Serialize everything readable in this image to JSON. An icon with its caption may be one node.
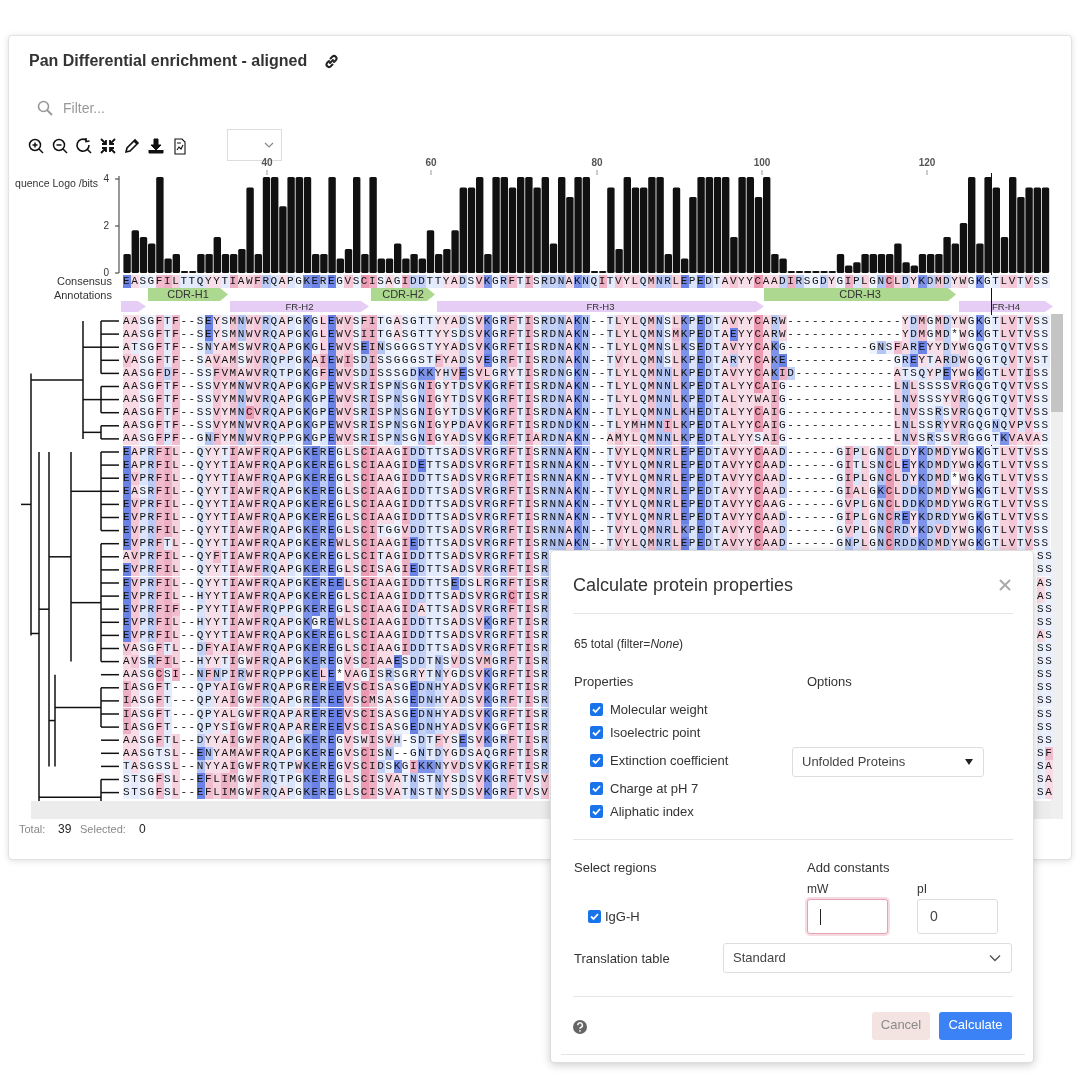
{
  "diagram": {
    "nodes": [
      {
        "text": [
          "Pan Differential enrichment - aligned"
        ]
      },
      {
        "text": [
          "Calculate protein properties"
        ]
      },
      {
        "text": [
          "CDR-H1"
        ],
        "in": 0
      },
      {
        "text": [
          "CDR-H2"
        ],
        "in": 0
      },
      {
        "text": [
          "CDR-H3"
        ],
        "in": 0
      },
      {
        "text": [],
        "shape": "bar",
        "in": 0
      },
      {
        "text": [
          "FR-H2"
        ],
        "in": 0
      },
      {
        "text": [
          "FR-H3"
        ],
        "in": 0
      },
      {
        "text": [
          "FR-H4"
        ],
        "in": 0
      }
    ],
    "labels": [
      "Filter...",
      "40",
      "60",
      "80",
      "100",
      "120",
      "quence Logo /bits",
      "4",
      "2",
      "0",
      "Consensus",
      "EASGFILTTQYYTIAWFRQAPGKEREGVSCISAGIDDTTYADSVKGRFTISRDNAKNQITVYLQMNRLEPEDTAVYYCAADIRSGDYGIPLGNCLDYKDMDYWGKGTLVTVSS",
      "Annotations",
      "AASGFTF--SEYSMNWVRQAPGKGLEWVSFITGASGTTYYADSVKGRFTISRDNAKN--TLYLQMNSLKPEDTAVYYCARW--------------YDMGMDYWGKGTLVTVSS",
      "AASGFTF--SEYSMNWVRQAPGKGLEWVSIITGASGTTYYSDSVKGRFTISRDNAKN--TLYLQMNSMKPEDTAEYYCARW--------------YDMGMD*WGKGTLVTVSS",
      "ATSGFTF--SNYAMSWVRQAPGKGLEWVSEINSGGGSTYYADSVKGRFTISRDNAKN--TLYLQMNSLKSEDTAVYYCAKG----------GNSFAREYYDYWGQGTQVTVSS",
      "VASGFTF--SAVAMSWVRQPPGKAIEWISDISSGGGSTFYADSVEGRFTISRDNAKN--TVYLQMNSLKPEDTARYYCAKE-------------GREYTARDWGQGTQVTVST",
      "AASGFDF--SSFVMAWVRQTPGKGFEWVSDISSSGDKKYHVESVLGRYTISRDNGKN--TLYLQMNNLKPEDTAVYYCAKID------------ATSQYPEYWGKGTLVTISS",
      "AASGFTF--SSVYMNWVRQAPGKGPEWVSRISPNSGNIGYTDSVKGRFTISRDNAKN--TLYLQMNNLKPEDTALYYCAIG-------------LNLSSSSVRGQGTQVTVSS",
      "AASGFTF--SSVYMNWVRQAPGKGPEWVSRISPNSGNIGYTDSVKGRFTISRDNAKN--TLYLQMNNLKPEDTALYYWAIG-------------LNVSSSYVRGQGTQVTVSS",
      "AASGFTF--SSVYMNCVRQAPGKGPEWVSRISPNSGNIGYTDSVKGRFTISRDNAKN--TLYLQMNNLKHEDTALYYCAIG-------------LNVSSRSVRGQGTQVTVSS",
      "AASGFTF--SSVYMNWVRQAPGKGPEWVSRISPNSGNIGYPDAVKGRFTISRDNDKN--TLYMHMNILKPEDTALYYCAIG-------------LNLSSRYVRGQGNQVPVSS",
      "AASGFPF--GNFYMNWVRQPPGKGPEWVSRISPNSGNIGYADSVKGRFTIARDNAKN--AMYLQMNNLKPEDTALYYSAIG-------------LNVSRSSVRGGGTKVAVAS",
      "EAPRFIL--QYYTIAWFRQAPGKEREGLSCIAAGIDDTTSADSVRGRFTISRNNAKN--TVYLQMNRLEPEDTAVYYCAAD------GIPLGNCLDYKDMDYWGKGTLVTVSS",
      "EAPRFIL--QYYTIAWFRQAPGKEREGLSCIAAGIDETTSADSVRGRFTISRNNAKN--TVYLQMNRLEPEDTAVYYCAAD------GITLSNCLEYKDMDYWGKGTLVTVSS",
      "EVPRFIL--QYYTIAWFRQAPGKEREGLSCIAAGIDDTTSADSVRGRFTISRNNAKN--TVYLQMNRLEPEDTAVYYCAAD------GIPLGNCLDYKDMD*WGKGTLVTVSS",
      "EASRFIL--QYYTIAWFRQAPGKEREGLSCIAAGIDDTTSADSVRGRFTISRNNAKN--TVYLQMNRLEPEDTAVYYCAAD------GIALGKCLDDKDMDYWGKGTLVTVSS",
      "EVPRFIL--QYYTIAWFRQAPGKEREGLSCIAAGIDDTTSADSVRGRFTISRNNAKN--TVYLQMNRLEPEDTAVYYCAAG------GVPLGNCLDDKDMDYWGRGTLVTVSS",
      "EVPRFIL--QYYTIAWFRQAPGKEREGLSCIAAGIDDTTSADSVRGRFTISRNNAKN--TVYLQMNRLEPEDTAVYYCAAD------GIPLGNCREYKDRDYWGKGTLVTVSS",
      "EVPRFIL--QYYTIAWFRQAPGKEREGLSCITGGVDDTTSADSVRGRFTISRNNAKN--TVYLQMNRLKPEDTAVYYCAAD------GVPLGNCRDYKDVDYWGKGTLVTVSS",
      "EVPRFTL--QYYTIAWFRQAPGKEREWLSCIAAGIEDTTSADSVRGRFTISRNNAKN--TVYLQMNRLEPEDTAVYYCAAD------GNPLGNCRDDKDMDYWGKGTLVTVSS",
      "AVPRFIL--QYFTIAWFRQAPGKEREGLSCITAGIDDTTSADSVRGRFTISR",
      "SS",
      "EVPRFIL--QYYTIAWFRQAPGKEREGLSCISAGIEDTTSADSVRGRFTISR",
      "SS",
      "EVPRFIL--QYYTIAWFRQAPGKEREELSCIAAGIDDTTSEDSLRGRFTISR",
      "AS",
      "EVPRFIL--HYYTIAWFRQAPGKEREGLSCIAAGIDDTTSADSVRGRCTISR",
      "AS",
      "EVPRFIF--PYYTIAWFRQPPGKEREGLSCIAAGIDATTSADSVRGRFTISR",
      "SS",
      "EVPRFIL--HYYTIAWFRQAPGKGREWLSCIAAGIDDTTSADSVKGRFTISR",
      "SS",
      "EVPRFIL--QYYTIAWFRQAPGKEREGLSCIAAGIDDTTSADSVRGRFTISR",
      "AS",
      "VASGFTL--DFYAIAWFRQAPGKEREGLSCIAAGIDDTTSADSVRGRFTISR",
      "SS",
      "AVSRFIL--HYYTIGWFRQAPGKEREGVSCIAAESDDTNSVDSVMGRFTISR",
      "SS",
      "AASGCSI--NFNPIRWFRQPPGKELE*VAGISRSGRYTNYGDSVKGRFTISR",
      "SS",
      "IASGFT---QPYAIGWFRQAPGREREEVSCISASGEDNHYADSVKGRFTISR",
      "SS",
      "IASGFT---QPYAIGWFRQAPGREREEVSCMSASGEDNHYADSVKGRFTISR",
      "SS",
      "IASGFT---QPYALGWFRQAPAREREEVSCISASGEDNHYADSVKGRFTISR",
      "SS",
      "IASGFT---QPYSIGWFRQAPAREREEVSCISASGEDNHYADSVKGGFTISR",
      "SS",
      "AASGFTL--DYYAIGWFRQAPGKEREGVSWISVH-SDTFYSESVKGRFTISR",
      "SS",
      "AASGTSL--ENYAMAWFRQAPGKEREGVSCISN--GNTDYGDSAQGRFTISR",
      "SF",
      "TASGSSL--NYYAIGWFRQTPWKEREGVSCIDSKGIKKNYVDSVKGRFTISR",
      "SA",
      "STSGFSL--EFLIMGWFRQTPGKEREGLSCISVATNSTNYSDSVKGRFTVSV",
      "SA",
      "STSGFSL--EFLIMGWFRQAPGKEREGLSCISVATNSTNYSDSVKGRFTVSV",
      "SA",
      "Total:",
      "39",
      "Selected:",
      "0",
      "65 total (filter=*None*)",
      "Properties",
      "Options",
      "Molecular weight",
      "Isoelectric point",
      "Extinction coefficient",
      "Charge at pH 7",
      "Aliphatic index",
      "Unfolded Proteins",
      "Select regions",
      "Add constants",
      "mW",
      "pI",
      "IgG-H",
      "0",
      "Translation table",
      "Standard",
      "Cancel",
      "Calculate"
    ]
  }
}
